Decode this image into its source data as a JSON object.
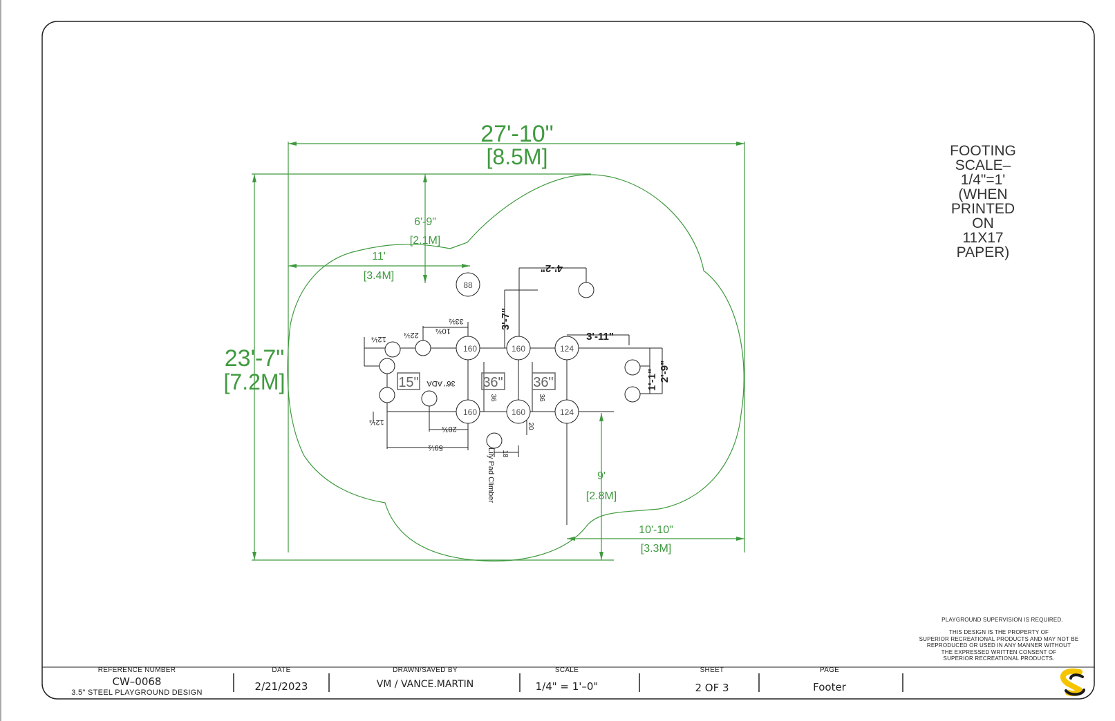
{
  "dimensions": {
    "overall_width": "27'-10\"",
    "overall_width_metric": "[8.5M]",
    "overall_depth": "23'-7\"",
    "overall_depth_metric": "[7.2M]",
    "top_offset": "6'-9\"",
    "top_offset_metric": "[2.1M]",
    "left_offset": "11'",
    "left_offset_metric": "[3.4M]",
    "right_offset": "9'",
    "right_offset_metric": "[2.8M]",
    "bottom_offset": "10'-10\"",
    "bottom_offset_metric": "[3.3M]"
  },
  "footings": {
    "labels": [
      "88",
      "160",
      "160",
      "124",
      "160",
      "160",
      "124"
    ],
    "dims_bold": [
      "4'-2\"",
      "3'-7\"",
      "3'-11\"",
      "1'-1\"",
      "2'-9\""
    ],
    "deck_heights": [
      "15\"",
      "36\"",
      "36\""
    ],
    "small_dims": [
      "12¼",
      "22¼",
      "10¾",
      "33½",
      "59½",
      "28¾",
      "12¼",
      "20",
      "18",
      "36",
      "36"
    ],
    "ada_label": "36\" ADA",
    "climber_label": "Lily Pad Climber"
  },
  "footing_note": "FOOTING\nSCALE–\n1/4\"=1'\n(WHEN\nPRINTED\nON\n11X17\nPAPER)",
  "notes": {
    "supervision": "PLAYGROUND SUPERVISION IS REQUIRED.",
    "property": "THIS DESIGN IS THE PROPERTY OF\nSUPERIOR RECREATIONAL PRODUCTS AND MAY NOT BE\nREPRODUCED OR USED IN ANY MANNER WITHOUT\nTHE EXPRESSED WRITTEN CONSENT OF\nSUPERIOR RECREATIONAL PRODUCTS."
  },
  "title_block": {
    "reference_header": "REFERENCE NUMBER",
    "reference_number": "CW–0068",
    "design_name": "3.5\" STEEL PLAYGROUND DESIGN",
    "date_header": "DATE",
    "date": "2/21/2023",
    "drawn_header": "DRAWN/SAVED BY",
    "drawn_by": "VM / VANCE.MARTIN",
    "scale_header": "SCALE",
    "scale": "1/4\" = 1'–0\"",
    "sheet_header": "SHEET",
    "sheet": "2 OF 3",
    "page_header": "PAGE",
    "page": "Footer"
  },
  "colors": {
    "dimension_green": "#3f9a3f",
    "logo_yellow": "#f5c400",
    "logo_dark": "#1a1a1a"
  }
}
